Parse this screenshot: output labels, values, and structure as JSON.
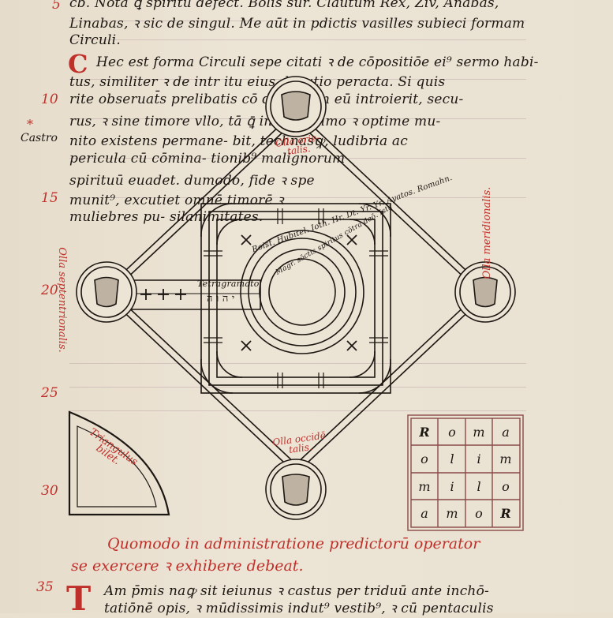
{
  "top_lines": [
    "cb. Nota ꝗ̄ spiritū defect. Bolis sur. Clautum Rex, Ziv, Anabas,",
    "Linabas, ꝛ sic de singul. Me aūt in pdictis vasilles subieci formam",
    "Circuli."
  ],
  "paragraph_lines_full": [
    "Hec est forma Circuli sepe citati ꝛ de cōpositiōe ei⁹ sermo habi-",
    "tus, similiter ꝛ de intr itu    eius, locutio peracta. Si quis",
    "rite obseruat̄s prelibatis cō    ditiōib⁹ in eū introierit, secu-",
    "rus, ꝛ sine timore vllo, tā      ꝗ̄ in fortissimo ꝛ optime mu-",
    "nito existens permane-          bit, technasꝙ, ludibria ac",
    "pericula cū cōmina-               tionib⁹ malignorum",
    "spirituū euadet.                  dumodo, fide ꝛ spe",
    "munit⁹, excutiet                   omnē timorē ꝛ",
    "muliebres pu-                      silanimitates."
  ],
  "line_numbers": [
    "5",
    "10",
    "15",
    "20",
    "25",
    "30",
    "35"
  ],
  "margin_castro": "Castro",
  "captions": {
    "oriental": "Olla orie-talis.",
    "meridional": "Olla meridionalis.",
    "septentrional": "Olla septentrionalis.",
    "occidental": "Olla occidē talis."
  },
  "tetragrammaton": "Tetragrāmatō",
  "hebrew": "י ה ו ה",
  "inner_ring_text": "Roist. Hubitel. Ioth. Hr. Dt. Yr. Yr. Ayatos. Romahn.",
  "inner_circle_text": "Magr. sōctis spiritus cōtra deō. Ista",
  "triangle_label": "Triangulus bilet.",
  "sator_square": [
    [
      "R",
      "o",
      "m",
      "a"
    ],
    [
      "o",
      "l",
      "i",
      "m"
    ],
    [
      "m",
      "i",
      "l",
      "o"
    ],
    [
      "a",
      "m",
      "o",
      "R"
    ]
  ],
  "heading_lines": [
    "Quomodo in administratione predictorū operator",
    "se exercere ꝛ exhibere debeat."
  ],
  "bottom_lines": [
    "Am p̄mis naꝙ sit ieiunus ꝛ castus per triduū ante inchō-",
    "tatiōnē opis, ꝛ mūdissimis indut⁹ vestib⁹, ꝛ cū pentaculis"
  ],
  "colors": {
    "rubric": "#c0302a",
    "ink": "#1c1712",
    "parchment": "#e9e0cf"
  }
}
